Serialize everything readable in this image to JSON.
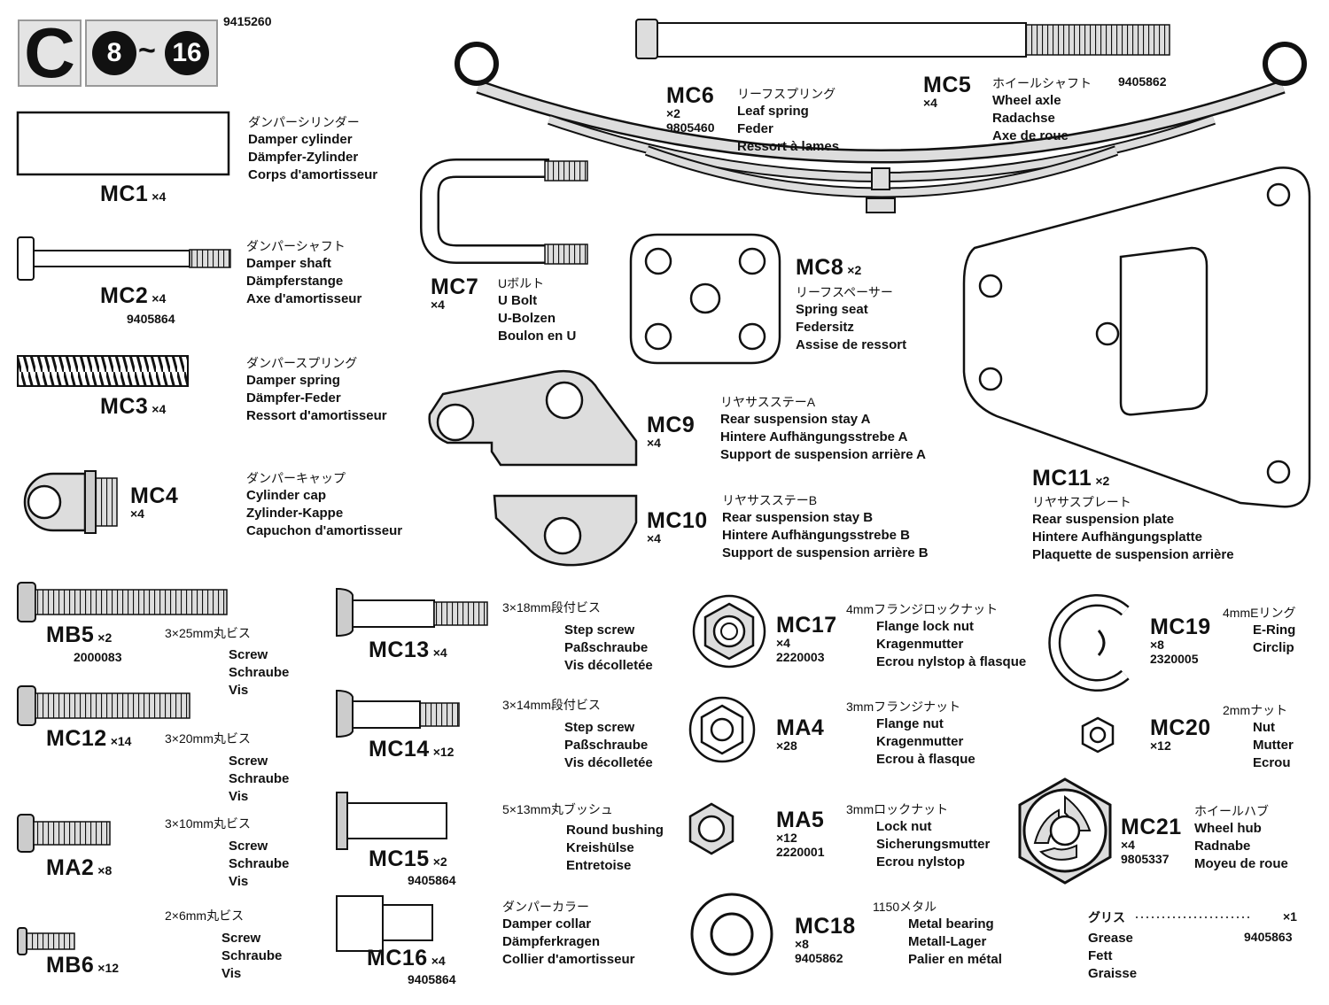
{
  "header": {
    "bag_letter": "C",
    "step_from": "8",
    "step_to": "16",
    "tilde": "~",
    "bag_number": "9415260"
  },
  "parts": {
    "mc1": {
      "code": "MC1",
      "qty": "×4",
      "jp": "ダンパーシリンダー",
      "names": [
        "Damper cylinder",
        "Dämpfer-Zylinder",
        "Corps d'amortisseur"
      ]
    },
    "mc2": {
      "code": "MC2",
      "qty": "×4",
      "pn": "9405864",
      "jp": "ダンパーシャフト",
      "names": [
        "Damper shaft",
        "Dämpferstange",
        "Axe d'amortisseur"
      ]
    },
    "mc3": {
      "code": "MC3",
      "qty": "×4",
      "jp": "ダンパースプリング",
      "names": [
        "Damper spring",
        "Dämpfer-Feder",
        "Ressort d'amortisseur"
      ]
    },
    "mc4": {
      "code": "MC4",
      "qty": "×4",
      "jp": "ダンパーキャップ",
      "names": [
        "Cylinder cap",
        "Zylinder-Kappe",
        "Capuchon d'amortisseur"
      ]
    },
    "mc5": {
      "code": "MC5",
      "qty": "×4",
      "pn": "9405862",
      "jp": "ホイールシャフト",
      "names": [
        "Wheel axle",
        "Radachse",
        "Axe de roue"
      ]
    },
    "mc6": {
      "code": "MC6",
      "qty": "×2",
      "pn": "9805460",
      "jp": "リーフスプリング",
      "names": [
        "Leaf spring",
        "Feder",
        "Ressort à lames"
      ]
    },
    "mc7": {
      "code": "MC7",
      "qty": "×4",
      "jp": "Uボルト",
      "names": [
        "U Bolt",
        "U-Bolzen",
        "Boulon en U"
      ]
    },
    "mc8": {
      "code": "MC8",
      "qty": "×2",
      "jp": "リーフスペーサー",
      "names": [
        "Spring seat",
        "Federsitz",
        "Assise de ressort"
      ]
    },
    "mc9": {
      "code": "MC9",
      "qty": "×4",
      "jp": "リヤサスステーA",
      "names": [
        "Rear suspension stay A",
        "Hintere Aufhängungsstrebe A",
        "Support de suspension arrière A"
      ]
    },
    "mc10": {
      "code": "MC10",
      "qty": "×4",
      "jp": "リヤサスステーB",
      "names": [
        "Rear suspension stay B",
        "Hintere Aufhängungsstrebe B",
        "Support de suspension arrière B"
      ]
    },
    "mc11": {
      "code": "MC11",
      "qty": "×2",
      "jp": "リヤサスプレート",
      "names": [
        "Rear suspension plate",
        "Hintere Aufhängungsplatte",
        "Plaquette de suspension arrière"
      ]
    },
    "mb5": {
      "code": "MB5",
      "qty": "×2",
      "pn": "2000083",
      "jp": "3×25mm丸ビス",
      "names": [
        "Screw",
        "Schraube",
        "Vis"
      ]
    },
    "mc12": {
      "code": "MC12",
      "qty": "×14",
      "jp": "3×20mm丸ビス",
      "names": [
        "Screw",
        "Schraube",
        "Vis"
      ]
    },
    "ma2": {
      "code": "MA2",
      "qty": "×8",
      "jp": "3×10mm丸ビス",
      "names": [
        "Screw",
        "Schraube",
        "Vis"
      ]
    },
    "mb6": {
      "code": "MB6",
      "qty": "×12",
      "jp": "2×6mm丸ビス",
      "names": [
        "Screw",
        "Schraube",
        "Vis"
      ]
    },
    "mc13": {
      "code": "MC13",
      "qty": "×4",
      "jp": "3×18mm段付ビス",
      "names": [
        "Step screw",
        "Paßschraube",
        "Vis décolletée"
      ]
    },
    "mc14": {
      "code": "MC14",
      "qty": "×12",
      "jp": "3×14mm段付ビス",
      "names": [
        "Step screw",
        "Paßschraube",
        "Vis décolletée"
      ]
    },
    "mc15": {
      "code": "MC15",
      "qty": "×2",
      "pn": "9405864",
      "jp": "5×13mm丸ブッシュ",
      "names": [
        "Round bushing",
        "Kreishülse",
        "Entretoise"
      ]
    },
    "mc16": {
      "code": "MC16",
      "qty": "×4",
      "pn": "9405864",
      "jp": "ダンパーカラー",
      "names": [
        "Damper collar",
        "Dämpferkragen",
        "Collier d'amortisseur"
      ]
    },
    "mc17": {
      "code": "MC17",
      "qty": "×4",
      "pn": "2220003",
      "jp": "4mmフランジロックナット",
      "names": [
        "Flange lock nut",
        "Kragenmutter",
        "Ecrou nylstop à flasque"
      ]
    },
    "ma4": {
      "code": "MA4",
      "qty": "×28",
      "jp": "3mmフランジナット",
      "names": [
        "Flange nut",
        "Kragenmutter",
        "Ecrou à flasque"
      ]
    },
    "ma5": {
      "code": "MA5",
      "qty": "×12",
      "pn": "2220001",
      "jp": "3mmロックナット",
      "names": [
        "Lock nut",
        "Sicherungsmutter",
        "Ecrou nylstop"
      ]
    },
    "mc18": {
      "code": "MC18",
      "qty": "×8",
      "pn": "9405862",
      "jp": "1150メタル",
      "names": [
        "Metal bearing",
        "Metall-Lager",
        "Palier en métal"
      ]
    },
    "mc19": {
      "code": "MC19",
      "qty": "×8",
      "pn": "2320005",
      "jp": "4mmEリング",
      "names": [
        "E-Ring",
        "Circlip"
      ]
    },
    "mc20": {
      "code": "MC20",
      "qty": "×12",
      "jp": "2mmナット",
      "names": [
        "Nut",
        "Mutter",
        "Ecrou"
      ]
    },
    "mc21": {
      "code": "MC21",
      "qty": "×4",
      "pn": "9805337",
      "jp": "ホイールハブ",
      "names": [
        "Wheel hub",
        "Radnabe",
        "Moyeu de roue"
      ]
    },
    "grease": {
      "jp": "グリス",
      "qty": "×1",
      "pn": "9405863",
      "names": [
        "Grease",
        "Fett",
        "Graisse"
      ]
    }
  }
}
